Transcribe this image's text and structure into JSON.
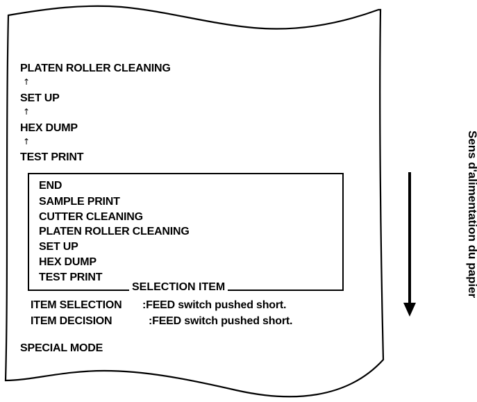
{
  "sequence": {
    "items": [
      "PLATEN ROLLER CLEANING",
      "SET UP",
      "HEX DUMP",
      "TEST PRINT"
    ],
    "arrow_symbol": "↑"
  },
  "selection_box": {
    "items": [
      "END",
      "SAMPLE PRINT",
      "CUTTER CLEANING",
      "PLATEN ROLLER CLEANING",
      "SET UP",
      "HEX DUMP",
      "TEST PRINT"
    ],
    "label": "SELECTION ITEM"
  },
  "instructions": [
    {
      "label": "ITEM SELECTION",
      "value": ":FEED switch pushed short."
    },
    {
      "label": "ITEM DECISION",
      "value": ":FEED switch pushed short."
    }
  ],
  "mode_title": "SPECIAL MODE",
  "feed_direction_label": "Sens d'alimentation du papier"
}
